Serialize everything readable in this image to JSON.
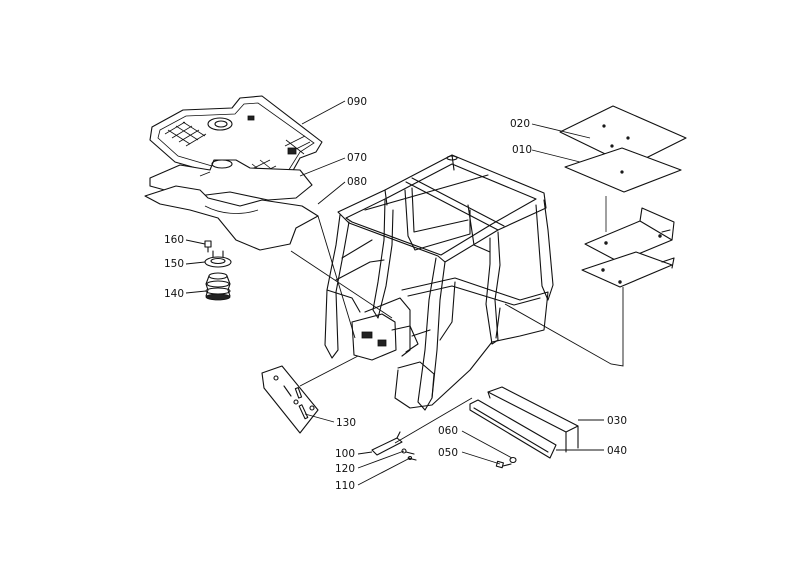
{
  "callouts": {
    "c090": "090",
    "c070": "070",
    "c080": "080",
    "c020": "020",
    "c010": "010",
    "c160": "160",
    "c150": "150",
    "c140": "140",
    "c130": "130",
    "c030": "030",
    "c060": "060",
    "c040": "040",
    "c050": "050",
    "c100": "100",
    "c120": "120",
    "c110": "110"
  }
}
